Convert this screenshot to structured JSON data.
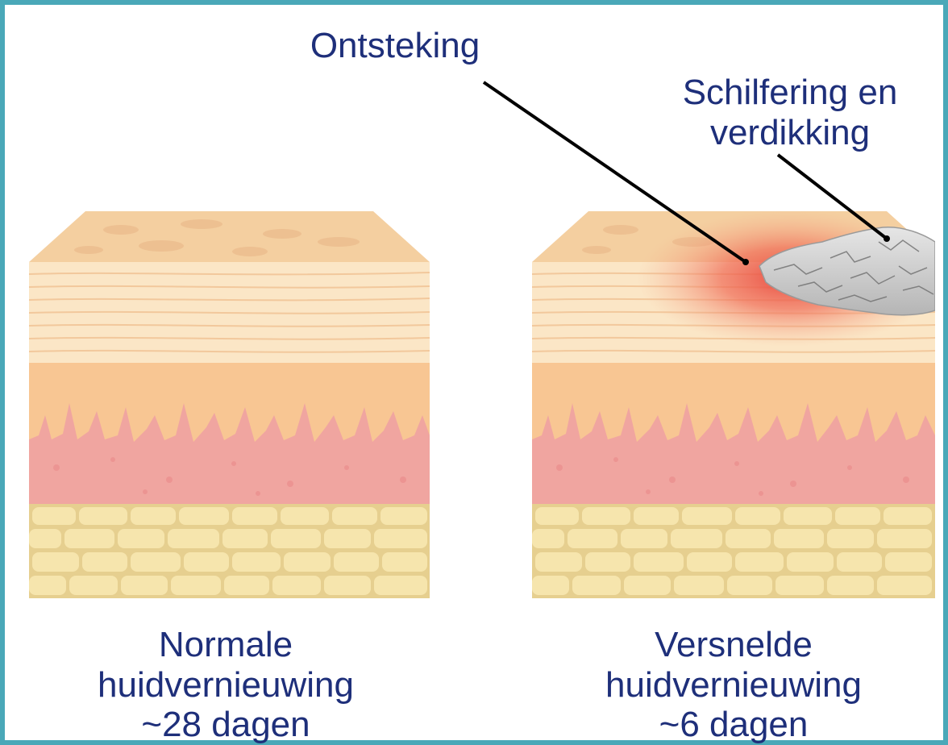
{
  "colors": {
    "border": "#4aa8b8",
    "text": "#1e2f7a",
    "epidermis_top": "#f6d3a6",
    "stratum": "#fbe7c8",
    "dermis_upper": "#f8c898",
    "dermis_pink": "#f1a8a3",
    "fat_cells": "#f4e1a1",
    "inflammation": "#e8443a",
    "scale": "#c9c9c9"
  },
  "labels": {
    "inflammation": "Ontsteking",
    "scaling_line1": "Schilfering en",
    "scaling_line2": "verdikking"
  },
  "captions": {
    "normal": {
      "line1": "Normale",
      "line2": "huidvernieuwing",
      "line3": "~28 dagen"
    },
    "accelerated": {
      "line1": "Versnelde",
      "line2": "huidvernieuwing",
      "line3": "~6 dagen"
    }
  }
}
